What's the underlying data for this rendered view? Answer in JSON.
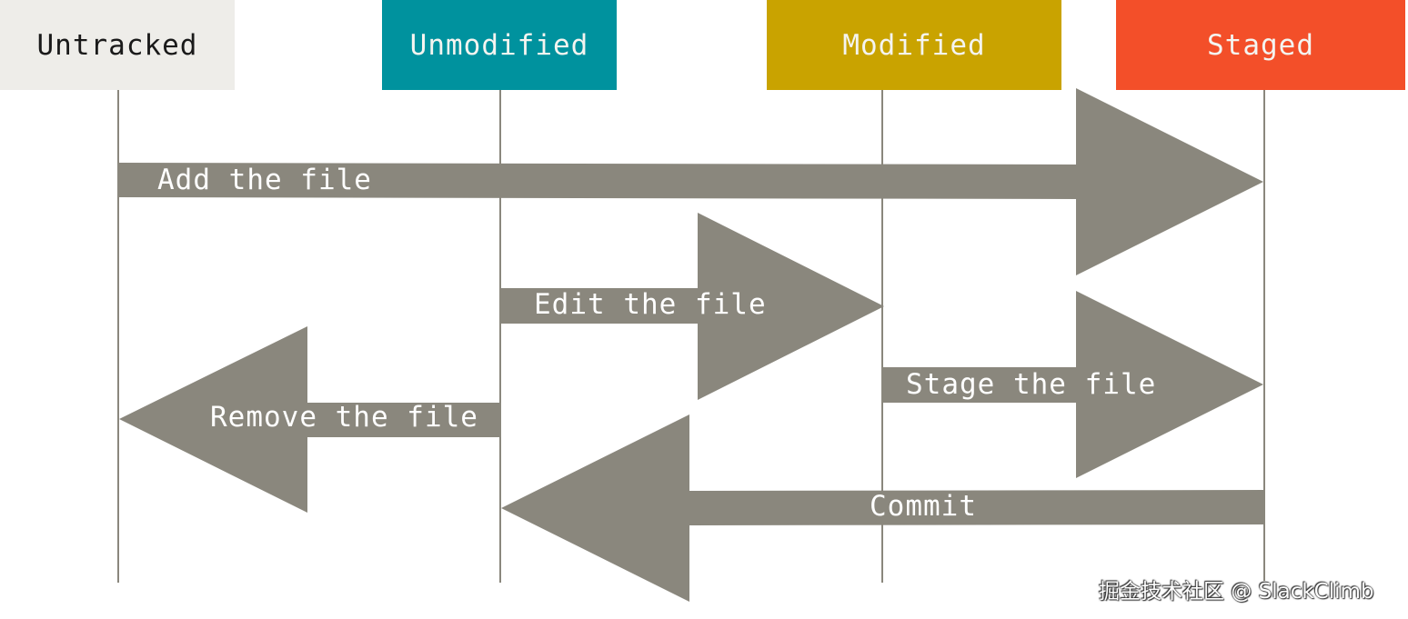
{
  "states": {
    "untracked": "Untracked",
    "unmodified": "Unmodified",
    "modified": "Modified",
    "staged": "Staged"
  },
  "transitions": {
    "add": "Add the file",
    "edit": "Edit the file",
    "stage": "Stage the file",
    "remove": "Remove the file",
    "commit": "Commit"
  },
  "watermark": "掘金技术社区 @ SlackClimb",
  "colors": {
    "untracked": "#eeede9",
    "unmodified": "#00929e",
    "modified": "#c9a300",
    "staged": "#f34f29",
    "arrow": "#8a877d"
  }
}
